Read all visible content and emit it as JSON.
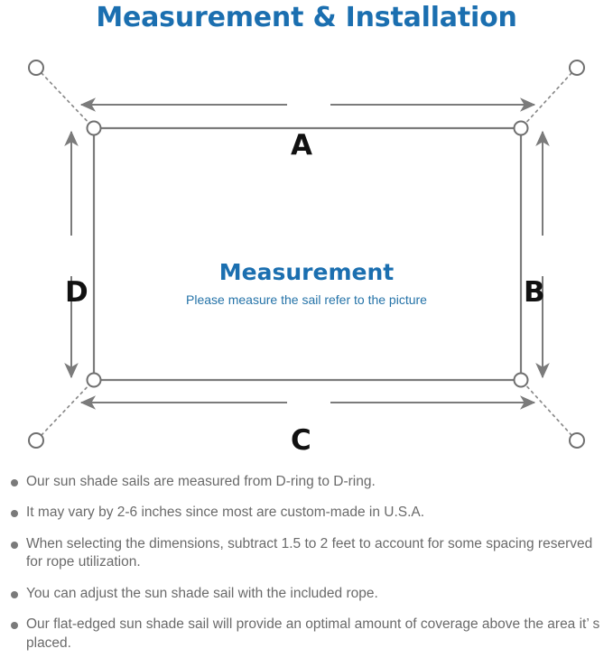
{
  "page": {
    "title": "Measurement & Installation",
    "title_color": "#1b6fb0"
  },
  "diagram": {
    "name": "sun-shade-sail-measurement-diagram",
    "center_title": "Measurement",
    "center_subtitle": "Please measure the sail refer to the picture",
    "center_title_color": "#1b6fb0",
    "center_subtitle_color": "#2573a8",
    "line_color": "#7b7b7b",
    "dimension_labels": {
      "top": "A",
      "right": "B",
      "bottom": "C",
      "left": "D"
    },
    "d_rings": [
      {
        "name": "d-ring-top-left"
      },
      {
        "name": "d-ring-top-right"
      },
      {
        "name": "d-ring-bottom-left"
      },
      {
        "name": "d-ring-bottom-right"
      }
    ],
    "anchor_points": [
      {
        "name": "anchor-top-left"
      },
      {
        "name": "anchor-top-right"
      },
      {
        "name": "anchor-bottom-left"
      },
      {
        "name": "anchor-bottom-right"
      }
    ]
  },
  "notes": {
    "bullet_color": "#7a7a7a",
    "text_color": "#6a6a6a",
    "items": [
      "Our sun shade sails are measured from D-ring to D-ring.",
      "It may vary by 2-6 inches since most are custom-made in U.S.A.",
      "When selecting the dimensions, subtract 1.5 to 2 feet to account for some spacing reserved for rope utilization.",
      "You can adjust the sun shade sail with the included rope.",
      "Our flat-edged sun shade sail will provide an optimal amount of coverage above the area it’ s placed."
    ]
  }
}
